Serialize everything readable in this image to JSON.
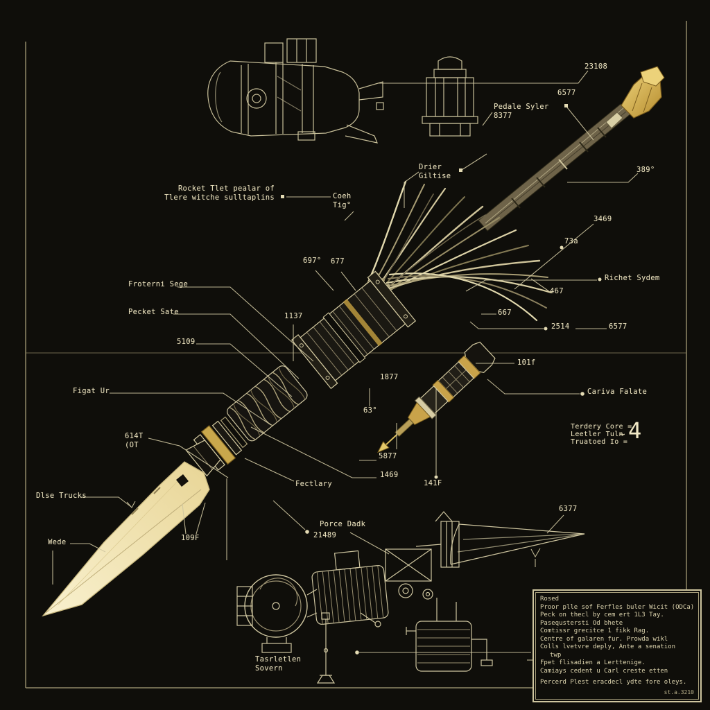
{
  "colors": {
    "background": "#0f0e0a",
    "line_cream": "#d6cca2",
    "gold": "#d2a94b",
    "blade_fill": "#f2e8c2",
    "text": "#e8dfbc"
  },
  "annotations": {
    "num_23108": "23108",
    "num_6577_top": "6577",
    "pedale_line1": "Pedale Syler",
    "pedale_line2": "8377",
    "deg_389": "389°",
    "caption_line1": "Rocket Tlet pealar of",
    "caption_line2": "Tlere witche sulltaplins",
    "coeh_line1": "Coeh",
    "coeh_line2": "Tig°",
    "drier_line1": "Drier",
    "drier_line2": "Giltise",
    "deg_697": "697°",
    "num_677": "677",
    "froterni": "Froterni Sege",
    "pecket": "Pecket Sate",
    "num_1137": "1137",
    "num_5109": "5109",
    "num_3469": "3469",
    "num_73a": "73a",
    "richet": "Richet Sydem",
    "num_467": "467",
    "num_667": "667",
    "num_2514": "2514",
    "num_6577_mid": "6577",
    "num_101f": "101f",
    "cariva": "Cariva Falate",
    "terdery_line1": "Terdery Core =",
    "terdery_line2": "Leetler Tuln",
    "terdery_line3": "Truatoed Io =",
    "terdery_tilde": "~",
    "terdery_value": "4",
    "figat": "Figat Ur",
    "num_614t_line1": "614T",
    "num_614t_line2": "(OT",
    "num_1877": "1877",
    "deg_63": "63°",
    "num_5877": "5877",
    "num_1469": "1469",
    "fectlary": "Fectlary",
    "num_141f": "141F",
    "dlse": "Dlse Trucks",
    "wede": "Wede",
    "num_109f": "109F",
    "num_21489": "21489",
    "porce": "Porce Dadk",
    "num_6377": "6377",
    "tasrletlen_line1": "Tasrletlen",
    "tasrletlen_line2": "Sovern"
  },
  "notes_box": {
    "lines": [
      "Rosed",
      "Proor plle sof Ferfles buler Wicit (ODCa)",
      "Peck on thecl by cem ert 1L3 Tay.",
      "Pasequstersti Od bhete",
      "Comtissr grecitce 1 fikk Rag.",
      "Centre of galaren fur. Prowda wikl",
      "Colls lvetvre deply, Ante a senation",
      "twp",
      "Fpet flisadien a Lerttenige.",
      "Camiays cedent u Carl creste etten",
      "Percerd Plest eracdecl ydte fore oleys."
    ],
    "signature": "st.a.3210"
  }
}
